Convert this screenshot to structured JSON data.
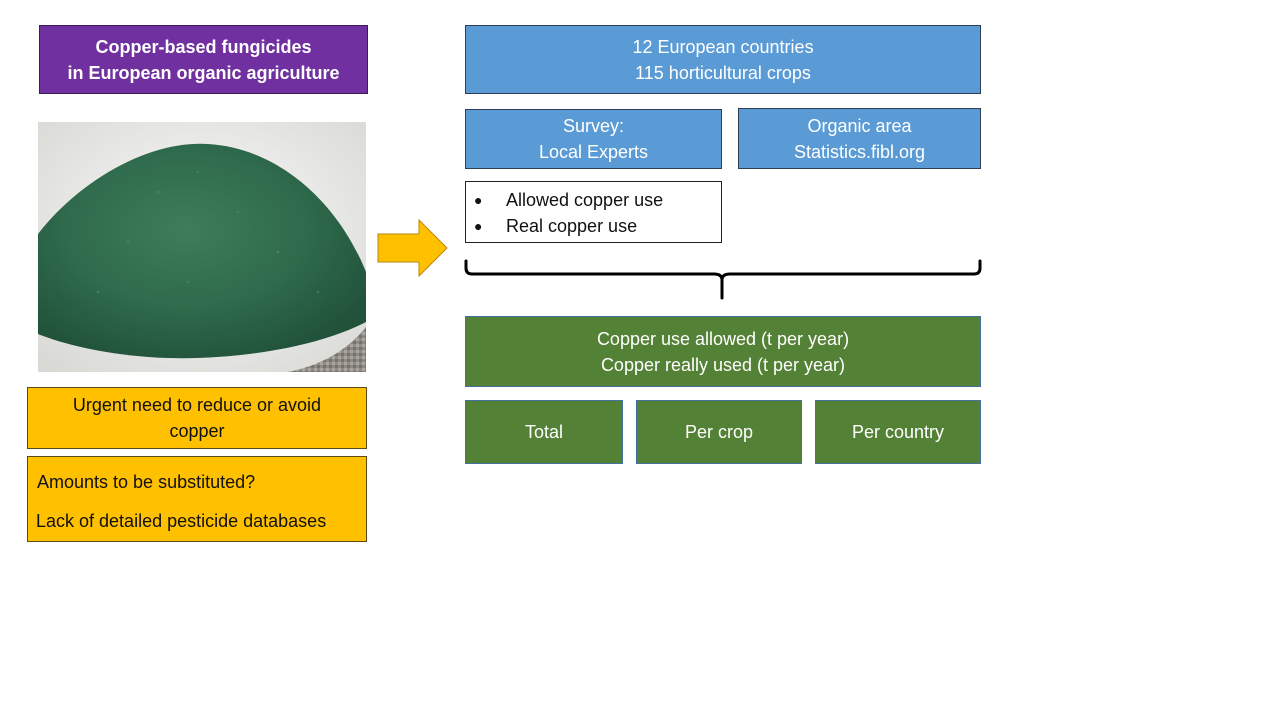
{
  "title_box": {
    "line1": "Copper-based  fungicides",
    "line2": "in European  organic agriculture"
  },
  "photo": {
    "description_icon": "copper-powder-photo",
    "powder_color": "#2f6b4c",
    "plate_color": "#f1f1ef"
  },
  "urgent_box": {
    "line1": "Urgent need to reduce or avoid",
    "line2": "copper"
  },
  "questions_box": {
    "line1": "Amounts to be substituted?",
    "line2": "Lack of detailed  pesticide databases"
  },
  "arrow": {
    "icon": "right-arrow-icon",
    "color": "#ffc000"
  },
  "scope_box": {
    "line1": "12 European  countries",
    "line2": "115 horticultural crops"
  },
  "survey_box": {
    "line1": "Survey:",
    "line2": "Local Experts"
  },
  "organic_box": {
    "line1": "Organic area",
    "line2": "Statistics.fibl.org"
  },
  "copper_use_list": {
    "items": [
      "Allowed copper  use",
      "Real copper use"
    ]
  },
  "brace": {
    "icon": "curly-brace-icon"
  },
  "result_box": {
    "line1": "Copper use allowed (t per year)",
    "line2": "Copper really used (t per year)"
  },
  "breakdown": {
    "total": "Total",
    "per_crop": "Per crop",
    "per_country": "Per country"
  },
  "colors": {
    "purple": "#7030a0",
    "blue": "#5b9bd5",
    "green": "#538135",
    "gold": "#ffc000"
  }
}
